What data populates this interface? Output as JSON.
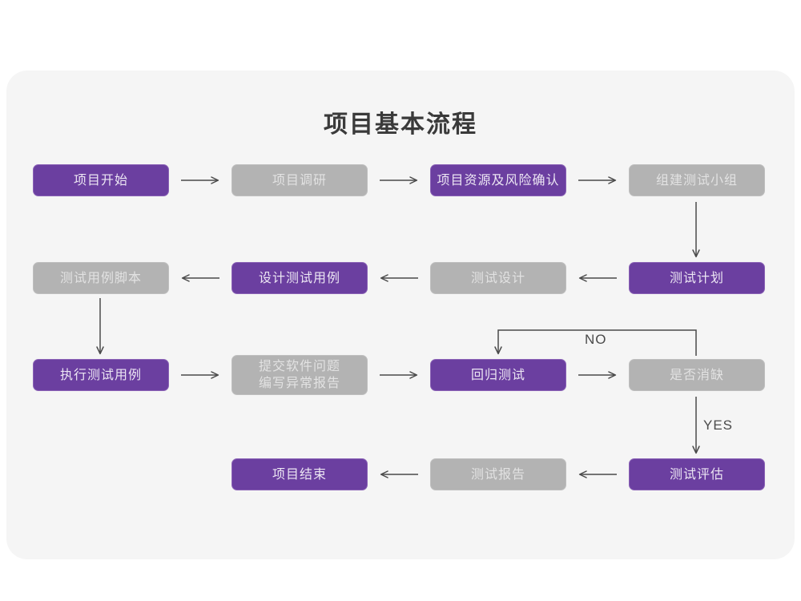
{
  "page": {
    "title": "项目基本流程",
    "background_color": "#ffffff",
    "panel_color": "#f5f5f5"
  },
  "theme": {
    "purple": "#6b3fa0",
    "purple_border": "#8b63b6",
    "purple_text": "#ece6f3",
    "gray": "#b3b3b3",
    "gray_border": "#bfbfbf",
    "gray_text": "#e2e2e2",
    "connector": "#4a4a4a",
    "title_text": "#3a3a3a"
  },
  "chart_data": {
    "type": "diagram",
    "title": "项目基本流程",
    "nodes": [
      {
        "id": "n1",
        "label": "项目开始",
        "style": "purple",
        "row": 1,
        "col": 1
      },
      {
        "id": "n2",
        "label": "项目调研",
        "style": "gray",
        "row": 1,
        "col": 2
      },
      {
        "id": "n3",
        "label": "项目资源及风险确认",
        "style": "purple",
        "row": 1,
        "col": 3
      },
      {
        "id": "n4",
        "label": "组建测试小组",
        "style": "gray",
        "row": 1,
        "col": 4
      },
      {
        "id": "n5",
        "label": "测试用例脚本",
        "style": "gray",
        "row": 2,
        "col": 1
      },
      {
        "id": "n6",
        "label": "设计测试用例",
        "style": "purple",
        "row": 2,
        "col": 2
      },
      {
        "id": "n7",
        "label": "测试设计",
        "style": "gray",
        "row": 2,
        "col": 3
      },
      {
        "id": "n8",
        "label": "测试计划",
        "style": "purple",
        "row": 2,
        "col": 4
      },
      {
        "id": "n9",
        "label": "执行测试用例",
        "style": "purple",
        "row": 3,
        "col": 1
      },
      {
        "id": "n10",
        "label": "提交软件问题\n编写异常报告",
        "style": "gray",
        "row": 3,
        "col": 2
      },
      {
        "id": "n11",
        "label": "回归测试",
        "style": "purple",
        "row": 3,
        "col": 3
      },
      {
        "id": "n12",
        "label": "是否消缺",
        "style": "gray",
        "row": 3,
        "col": 4
      },
      {
        "id": "n13",
        "label": "项目结束",
        "style": "purple",
        "row": 4,
        "col": 2
      },
      {
        "id": "n14",
        "label": "测试报告",
        "style": "gray",
        "row": 4,
        "col": 3
      },
      {
        "id": "n15",
        "label": "测试评估",
        "style": "purple",
        "row": 4,
        "col": 4
      }
    ],
    "edges": [
      {
        "from": "n1",
        "to": "n2",
        "label": "",
        "direction": "right"
      },
      {
        "from": "n2",
        "to": "n3",
        "label": "",
        "direction": "right"
      },
      {
        "from": "n3",
        "to": "n4",
        "label": "",
        "direction": "right"
      },
      {
        "from": "n4",
        "to": "n8",
        "label": "",
        "direction": "down"
      },
      {
        "from": "n8",
        "to": "n7",
        "label": "",
        "direction": "left"
      },
      {
        "from": "n7",
        "to": "n6",
        "label": "",
        "direction": "left"
      },
      {
        "from": "n6",
        "to": "n5",
        "label": "",
        "direction": "left"
      },
      {
        "from": "n5",
        "to": "n9",
        "label": "",
        "direction": "down"
      },
      {
        "from": "n9",
        "to": "n10",
        "label": "",
        "direction": "right"
      },
      {
        "from": "n10",
        "to": "n11",
        "label": "",
        "direction": "right"
      },
      {
        "from": "n11",
        "to": "n12",
        "label": "",
        "direction": "right"
      },
      {
        "from": "n12",
        "to": "n11",
        "label": "NO",
        "direction": "loop-up-left"
      },
      {
        "from": "n12",
        "to": "n15",
        "label": "YES",
        "direction": "down"
      },
      {
        "from": "n15",
        "to": "n14",
        "label": "",
        "direction": "left"
      },
      {
        "from": "n14",
        "to": "n13",
        "label": "",
        "direction": "left"
      }
    ],
    "edge_labels": [
      {
        "id": "lbl-no",
        "text": "NO"
      },
      {
        "id": "lbl-yes",
        "text": "YES"
      }
    ]
  }
}
